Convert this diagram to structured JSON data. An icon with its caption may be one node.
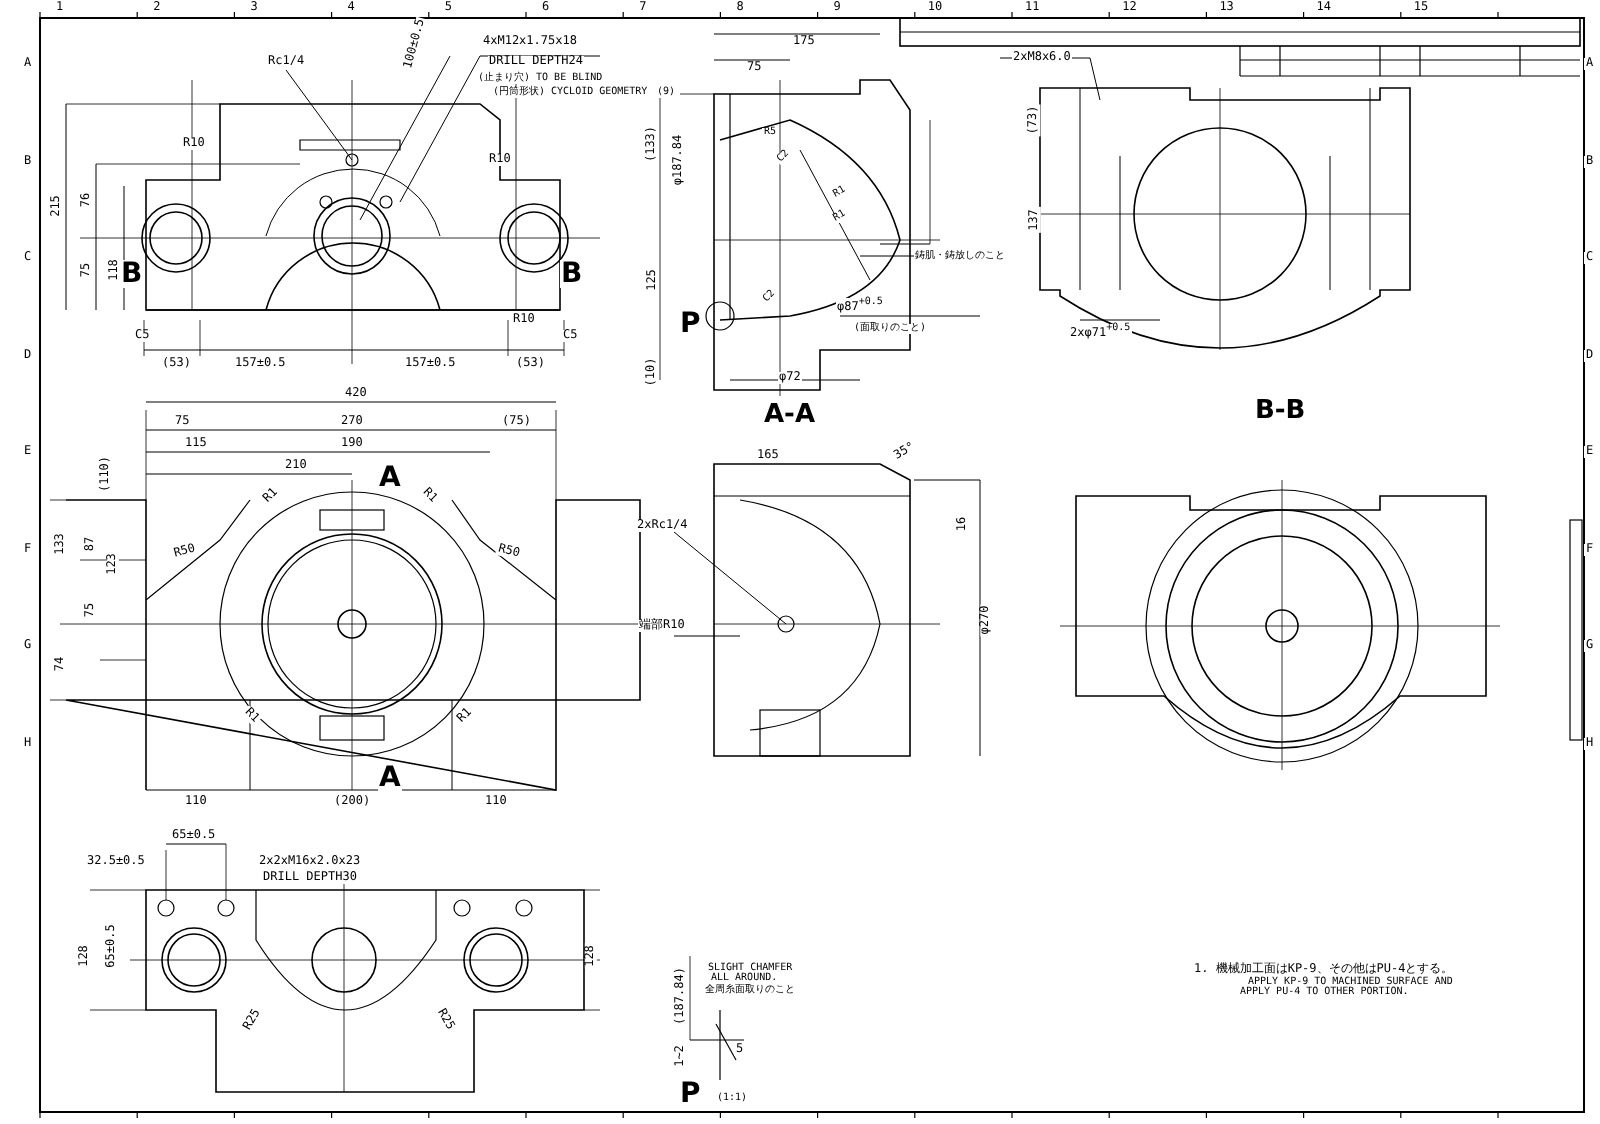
{
  "diagram": {
    "labels": [
      "Rc1/4",
      "4xM12x1.75x18",
      "DRILL DEPTH24",
      "(止まり穴) TO BE BLIND",
      "(円筒形状) CYCLOID GEOMETRY",
      "100±0.5",
      "R10",
      "R10",
      "R10",
      "215",
      "76",
      "75",
      "118",
      "B",
      "B",
      "C5",
      "C5",
      "(53)",
      "157±0.5",
      "157±0.5",
      "(53)",
      "175",
      "75",
      "(9)",
      "(133)",
      "125",
      "(10)",
      "φ187.84",
      "R5",
      "C2",
      "R1",
      "R1",
      "C2",
      "φ87$^{+0.5}$",
      "(面取りのこと)",
      "鋳肌・鋳放しのこと",
      "φ72",
      "P",
      "A-A",
      "2xM8x6.0",
      "(73)",
      "137",
      "2xφ71$^{+0.5}$",
      "B-B",
      "420",
      "75",
      "270",
      "(75)",
      "115",
      "190",
      "210",
      "A",
      "A",
      "(110)",
      "133",
      "87",
      "123",
      "75",
      "74",
      "R1",
      "R1",
      "R1",
      "R1",
      "R50",
      "R50",
      "110",
      "(200)",
      "110",
      "165",
      "35°",
      "2xRc1/4",
      "16",
      "φ270",
      "端部R10",
      "32.5±0.5",
      "65±0.5",
      "2x2xM16x2.0x23",
      "DRILL DEPTH30",
      "65±0.5",
      "128",
      "128",
      "R25",
      "R25",
      "(187.84)",
      "SLIGHT CHAMFER",
      "ALL AROUND.",
      "全周糸面取りのこと",
      "1~2",
      "5",
      "P",
      "(1:1)",
      "1. 機械加工面はKP-9、その他はPU-4とする。",
      "APPLY KP-9 TO MACHINED SURFACE AND",
      "APPLY PU-4 TO OTHER PORTION.",
      "1",
      "2",
      "3",
      "4",
      "5",
      "6",
      "7",
      "8",
      "9",
      "10",
      "11",
      "12",
      "13",
      "14",
      "15",
      "A",
      "B",
      "C",
      "D",
      "E",
      "F",
      "G",
      "H",
      "A",
      "B",
      "C",
      "D",
      "E",
      "F",
      "G",
      "H"
    ]
  }
}
